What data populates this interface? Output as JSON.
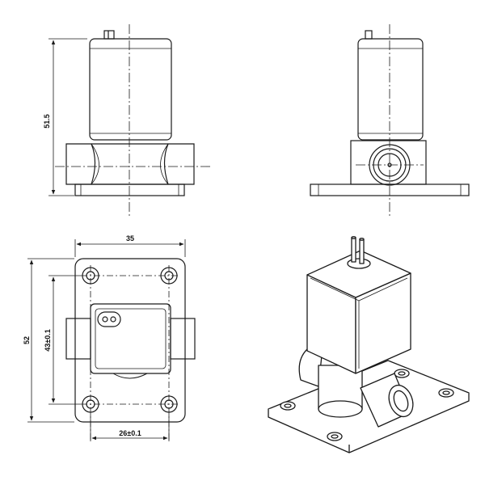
{
  "drawing": {
    "line_color": "#1a1a1a",
    "background": "#ffffff",
    "dimensions": {
      "height_overall": "51.5",
      "width_overall": "35",
      "length_overall": "52",
      "hole_spacing_vertical": "43±0.1",
      "hole_spacing_horizontal": "26±0.1"
    }
  }
}
